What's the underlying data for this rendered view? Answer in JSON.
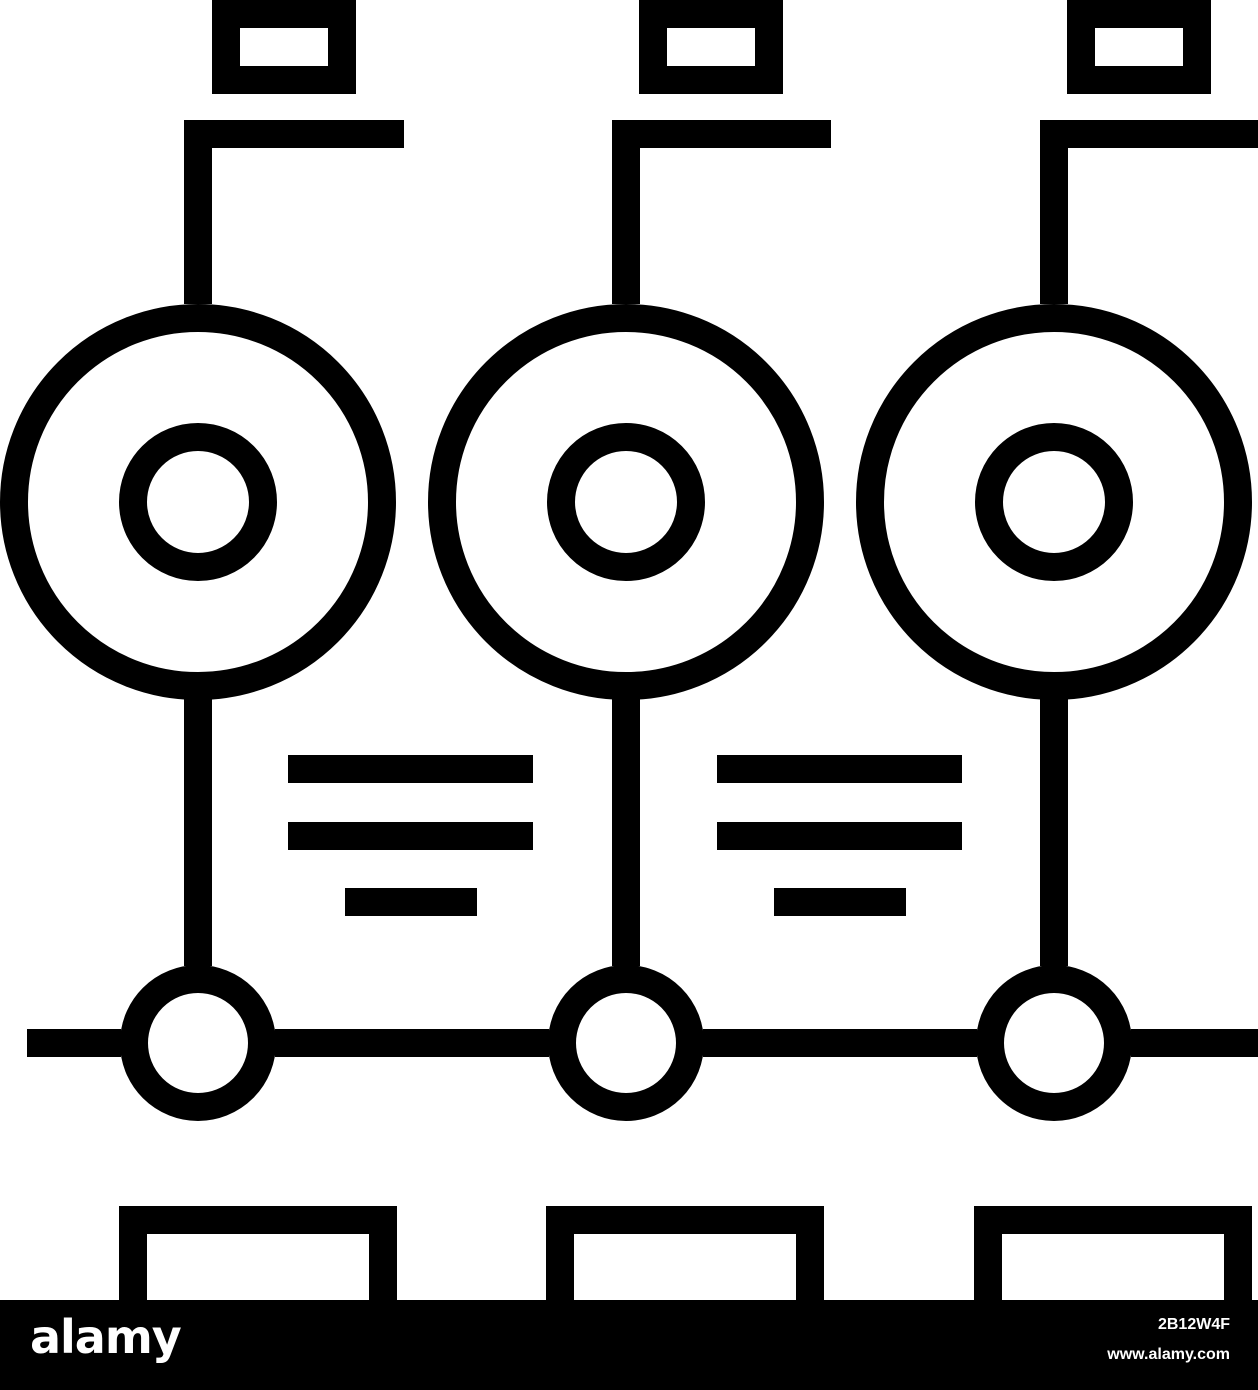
{
  "colors": {
    "stroke": "#000000",
    "background": "#ffffff",
    "footer_background": "#000000",
    "footer_text": "#ffffff"
  },
  "watermark": {
    "brand": "alamy",
    "image_id": "2B12W4F",
    "site": "www.alamy.com"
  }
}
